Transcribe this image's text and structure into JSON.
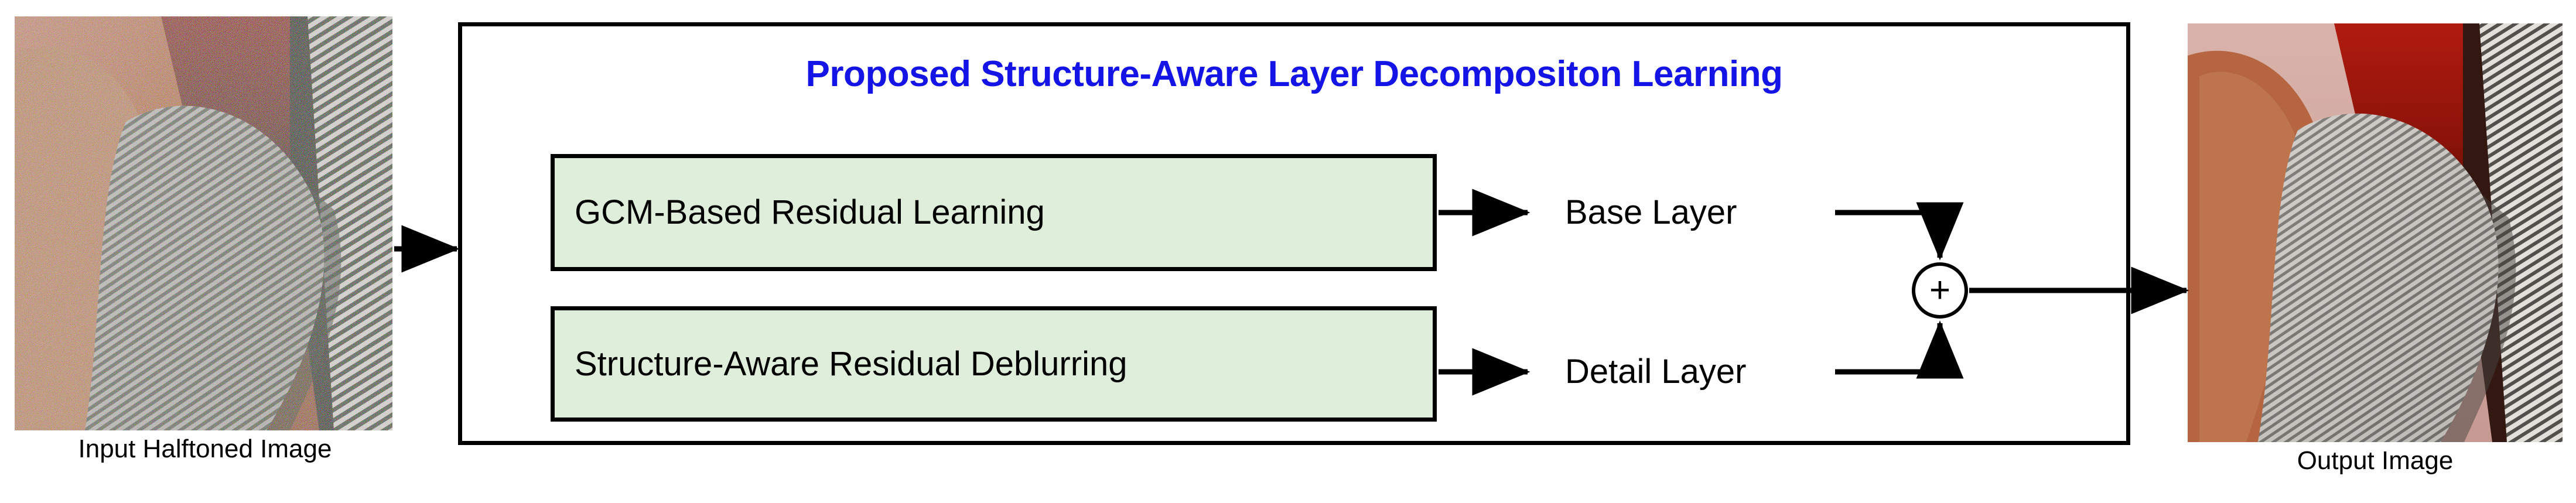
{
  "figure": {
    "title": "Proposed Structure-Aware Layer Decompositon Learning",
    "title_color": "#1414e6",
    "frame_color": "#000000",
    "block_fill": "#dfeeda"
  },
  "input": {
    "caption": "Input Halftoned Image",
    "alt": "halftoned noisy photograph of a person in striped garment"
  },
  "output": {
    "caption": "Output Image",
    "alt": "restored smooth photograph of a person in striped garment"
  },
  "blocks": [
    {
      "id": "gcm",
      "label": "GCM-Based Residual Learning"
    },
    {
      "id": "structure",
      "label": "Structure-Aware Residual Deblurring"
    }
  ],
  "layers": [
    {
      "id": "base",
      "label": "Base Layer"
    },
    {
      "id": "detail",
      "label": "Detail Layer"
    }
  ],
  "operator": {
    "symbol": "+",
    "name": "addition"
  }
}
